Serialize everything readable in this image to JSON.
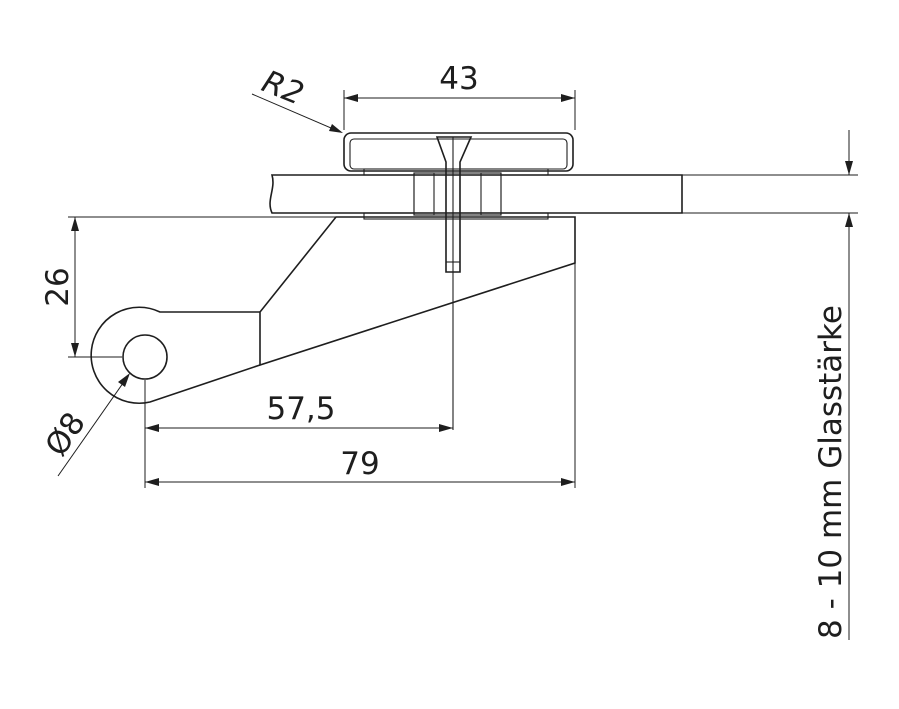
{
  "dimensions": {
    "width_top": "43",
    "radius": "R2",
    "height": "26",
    "diameter": "Ø8",
    "offset": "57,5",
    "length": "79",
    "glass_thickness": "8 - 10 mm Glasstärke"
  },
  "colors": {
    "glass_fill": "#d7e3ec",
    "line": "#1e1e1e",
    "background": "#ffffff"
  }
}
